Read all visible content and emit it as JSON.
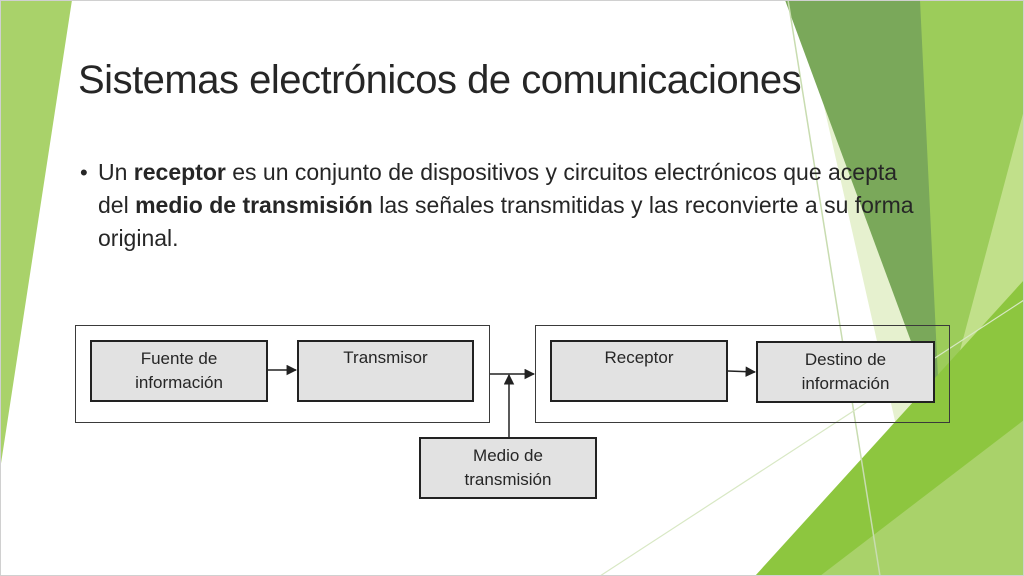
{
  "slide": {
    "title": "Sistemas electrónicos de comunicaciones",
    "bullet": {
      "part1": "Un ",
      "bold1": "receptor",
      "part2": " es un conjunto de dispositivos y circuitos electrónicos que acepta del ",
      "bold2": "medio de transmisión",
      "part3": " las señales transmitidas y las reconvierte a su forma original."
    }
  },
  "diagram": {
    "source": "Fuente de información",
    "transmitter": "Transmisor",
    "receiver": "Receptor",
    "destination": "Destino de información",
    "medium": "Medio de transmisión"
  },
  "colors": {
    "accent_green": "#8dc63f",
    "box_fill": "#e2e2e2",
    "text": "#262626"
  }
}
